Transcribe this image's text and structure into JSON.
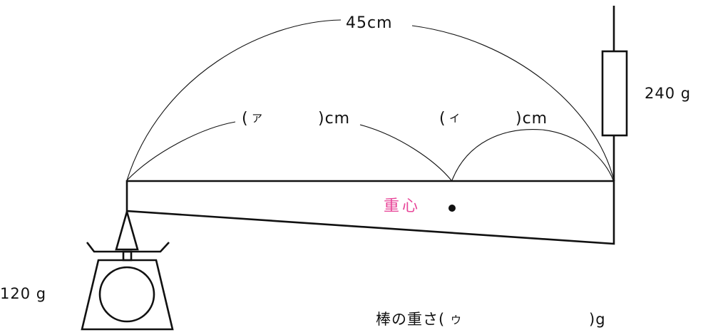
{
  "labels": {
    "total_length": "45cm",
    "part_a_open": "(",
    "part_a_kana": "ア",
    "part_a_close": ")cm",
    "part_i_open": "(",
    "part_i_kana": "イ",
    "part_i_close": ")cm",
    "hanging_weight": "240 g",
    "scale_reading": "120 g",
    "center_of_gravity": "重心",
    "rod_weight_prefix": "棒の重さ(",
    "rod_weight_kana": "ウ",
    "rod_weight_suffix": ")g"
  },
  "colors": {
    "line": "#111111",
    "accent_pink": "#e8489a"
  }
}
